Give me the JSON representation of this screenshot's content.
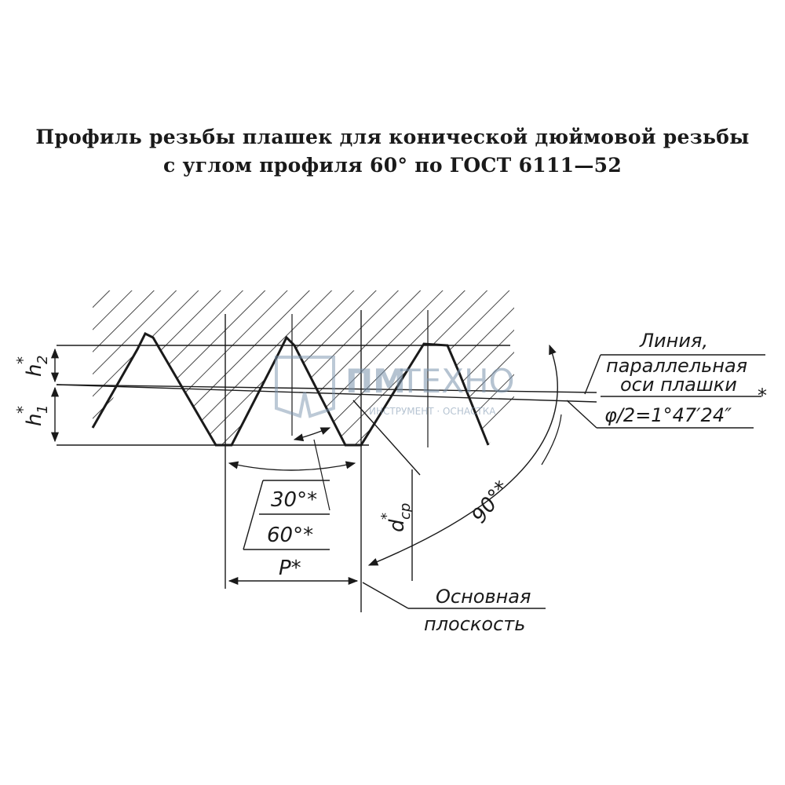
{
  "title": {
    "line1": "Профиль резьбы плашек для конической дюймовой резьбы",
    "line2": "с углом профиля 60° по ГОСТ 6111—52"
  },
  "labels": {
    "h1": "h",
    "h1_sub": "1",
    "h2": "h",
    "h2_sub": "2",
    "star": "*",
    "angle30": "30°*",
    "angle60": "60°*",
    "pitch": "P*",
    "dcp": "d",
    "dcp_sub": "cp",
    "angle90": "90°*",
    "line_1": "Линия,",
    "line_2": "параллельная",
    "line_3": "оси плашки",
    "phi": "φ/2=1°47′24″",
    "base_1": "Основная",
    "base_2": "плоскость"
  },
  "watermark": {
    "brand_a": "ПМ",
    "brand_b": "ТЕХНО",
    "tagline": "ИНСТРУМЕНТ · ОСНАСТКА"
  },
  "colors": {
    "ink": "#1a1a1a",
    "watermark": "#7a93ad"
  }
}
